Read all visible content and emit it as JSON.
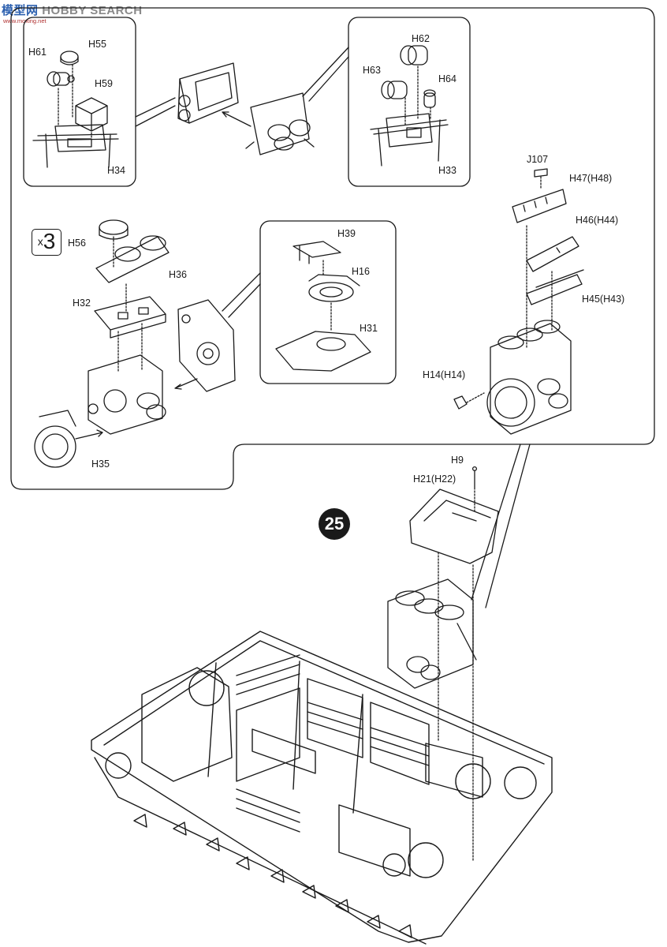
{
  "watermark": {
    "cn": "模型网",
    "brand": "HOBBY SEARCH",
    "site": "www.moxing.net"
  },
  "step_number": "25",
  "multiplier": {
    "x": "x",
    "count": "3"
  },
  "labels": {
    "H61": "H61",
    "H55": "H55",
    "H59": "H59",
    "H34": "H34",
    "H62": "H62",
    "H63": "H63",
    "H64": "H64",
    "H33": "H33",
    "J107": "J107",
    "H47": "H47(H48)",
    "H46": "H46(H44)",
    "H45": "H45(H43)",
    "H14": "H14(H14)",
    "H56": "H56",
    "H36": "H36",
    "H32": "H32",
    "H35": "H35",
    "H39": "H39",
    "H16": "H16",
    "H31": "H31",
    "H9": "H9",
    "H21": "H21(H22)"
  }
}
